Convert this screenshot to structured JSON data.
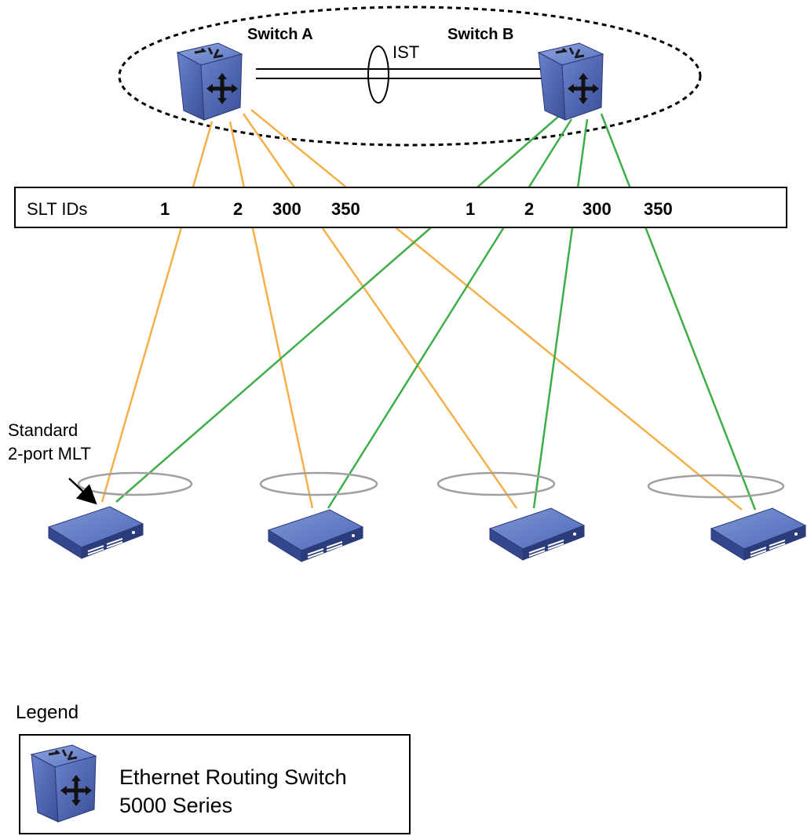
{
  "switch_a_label": "Switch A",
  "switch_b_label": "Switch B",
  "ist_label": "IST",
  "slt_header": "SLT IDs",
  "slt_ids_a": [
    "1",
    "2",
    "300",
    "350"
  ],
  "slt_ids_b": [
    "1",
    "2",
    "300",
    "350"
  ],
  "mlt_label_line1": "Standard",
  "mlt_label_line2": "2-port MLT",
  "legend_title": "Legend",
  "legend_item_line1": "Ethernet Routing Switch",
  "legend_item_line2": "5000 Series",
  "colors": {
    "switch_a_links": "#f5b04a",
    "switch_b_links": "#3fae49",
    "switch_body": "#4a63b0",
    "mlt_ellipse": "#a0a0a0"
  },
  "icons": [
    "core-switch-icon",
    "edge-switch-icon",
    "arrow-icon"
  ]
}
